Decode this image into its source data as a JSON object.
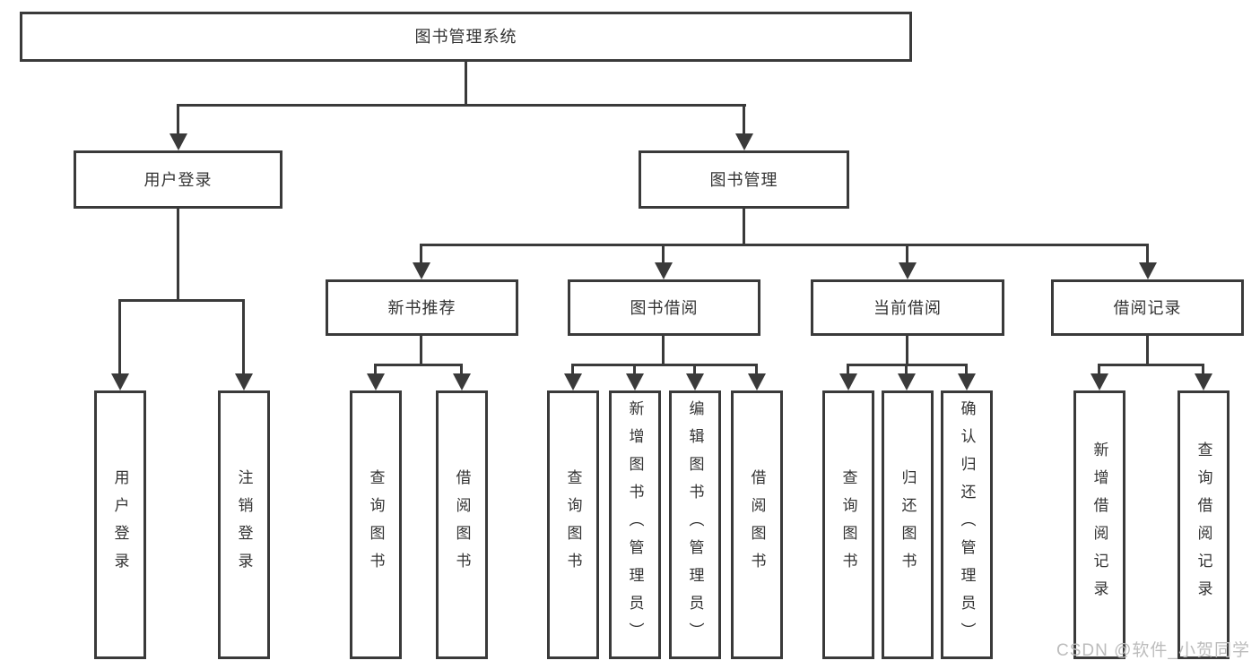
{
  "tree": {
    "root": "图书管理系统",
    "user_login": {
      "label": "用户登录",
      "children": [
        "用户登录",
        "注销登录"
      ]
    },
    "book_management": {
      "label": "图书管理"
    },
    "new_book": {
      "label": "新书推荐",
      "children": [
        "查询图书",
        "借阅图书"
      ]
    },
    "book_borrow": {
      "label": "图书借阅",
      "children": [
        "查询图书",
        "新增图书（管理员）",
        "编辑图书（管理员）",
        "借阅图书"
      ]
    },
    "current_borrow": {
      "label": "当前借阅",
      "children": [
        "查询图书",
        "归还图书",
        "确认归还（管理员）"
      ]
    },
    "borrow_records": {
      "label": "借阅记录",
      "children": [
        "新增借阅记录",
        "查询借阅记录"
      ]
    }
  },
  "watermark": "CSDN @软件_小贺同学",
  "colors": {
    "line": "#3a3a3a",
    "text": "#333333",
    "watermark": "#bcbcbc",
    "background": "#ffffff"
  }
}
